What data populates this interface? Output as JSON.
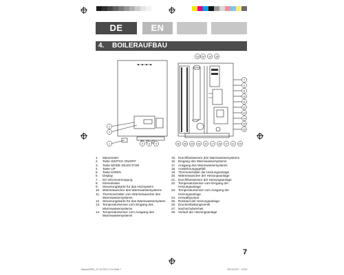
{
  "colorbar_left": [
    "#1a1a1a",
    "#2e2e2e",
    "#474747",
    "#626262",
    "#7c7c7c",
    "#979797",
    "#b2b2b2",
    "#cccccc",
    "#e5e5e5",
    "#f2f2f2"
  ],
  "colorbar_right": [
    "#f5e600",
    "#e4007f",
    "#00a0e9",
    "#111111",
    "#9a9a9a",
    "#d9d9d9",
    "#f08f9c",
    "#7fc7ee",
    "#f9ed7a",
    "#6b6b6b"
  ],
  "tabs": [
    {
      "label": "DE",
      "active": true
    },
    {
      "label": "EN",
      "active": false
    },
    {
      "label": "",
      "active": false
    },
    {
      "label": "",
      "active": false
    }
  ],
  "section": {
    "number": "4.",
    "title": "BOILERAUFBAU"
  },
  "figure": {
    "callouts_left": [
      "1",
      "2",
      "3",
      "5",
      "6",
      "4"
    ],
    "callouts_right": [
      "10",
      "20",
      "19",
      "18",
      "7",
      "9",
      "8",
      "10",
      "11",
      "12",
      "13",
      "14",
      "15",
      "16",
      "17",
      "16",
      "17",
      "22",
      "23",
      "24",
      "25",
      "26",
      "21",
      "20"
    ]
  },
  "legend_left": [
    {
      "num": "1.",
      "text": "Manometer"
    },
    {
      "num": "2.",
      "text": "Taste SWITCH ON/OFF"
    },
    {
      "num": "3.",
      "text": "Taste MODE SELECTION"
    },
    {
      "num": "4.",
      "text": "Taste UP"
    },
    {
      "num": "5.",
      "text": "Taste DOWN"
    },
    {
      "num": "6.",
      "text": "Display"
    },
    {
      "num": "7.",
      "text": "DC-Stromversorgung"
    },
    {
      "num": "8.",
      "text": "Klemmleiste"
    },
    {
      "num": "9.",
      "text": "Steuerungskarte für das Heizsystem"
    },
    {
      "num": "10.",
      "text": "Wärmetauscher des Warmwassersystems"
    },
    {
      "num": "11.",
      "text": "Thermoschalter vom Wärmetauscher des Warmwassersystems"
    },
    {
      "num": "12.",
      "text": "Steuerungskarte für das Warmwassersystem"
    },
    {
      "num": "13.",
      "text": "Temperatursensor vom Eingang des Warmwassersystems"
    },
    {
      "num": "14.",
      "text": "Temperatursensor vom Ausgang des Warmwassersystems"
    }
  ],
  "legend_right": [
    {
      "num": "15.",
      "text": "Durchflusssensor des Warmwassersystems"
    },
    {
      "num": "16.",
      "text": "Eingang des Warmwassersystems"
    },
    {
      "num": "17.",
      "text": "Ausgang des Warmwassersystems"
    },
    {
      "num": "18.",
      "text": "Ausdehnungsgefäß"
    },
    {
      "num": "19.",
      "text": "Thermoschalter der Heizungsanlage"
    },
    {
      "num": "20.",
      "text": "Wärmetauscher der Heizungsanlage"
    },
    {
      "num": "21.",
      "text": "Durchflusssensor der Heizungsanlage"
    },
    {
      "num": "22.",
      "text": "Temperatursensor vom Eingang der Heizungsanlage"
    },
    {
      "num": "23.",
      "text": "Temperatursensor vom Ausgang der Heizungsanlage"
    },
    {
      "num": "24.",
      "text": "Umwälzpumpe"
    },
    {
      "num": "25.",
      "text": "Rücklauf der Heizungsanlage"
    },
    {
      "num": "26.",
      "text": "Druckentlastungsventil"
    },
    {
      "num": "27.",
      "text": "Nachschubeinheit"
    },
    {
      "num": "28.",
      "text": "Vorlauf der Heizungsanlage"
    }
  ],
  "page_number": "7",
  "footer": {
    "left": "Manual7664_22.10.2014 1:14 Seite 7",
    "right": "2014/10/17 · 13:50"
  }
}
